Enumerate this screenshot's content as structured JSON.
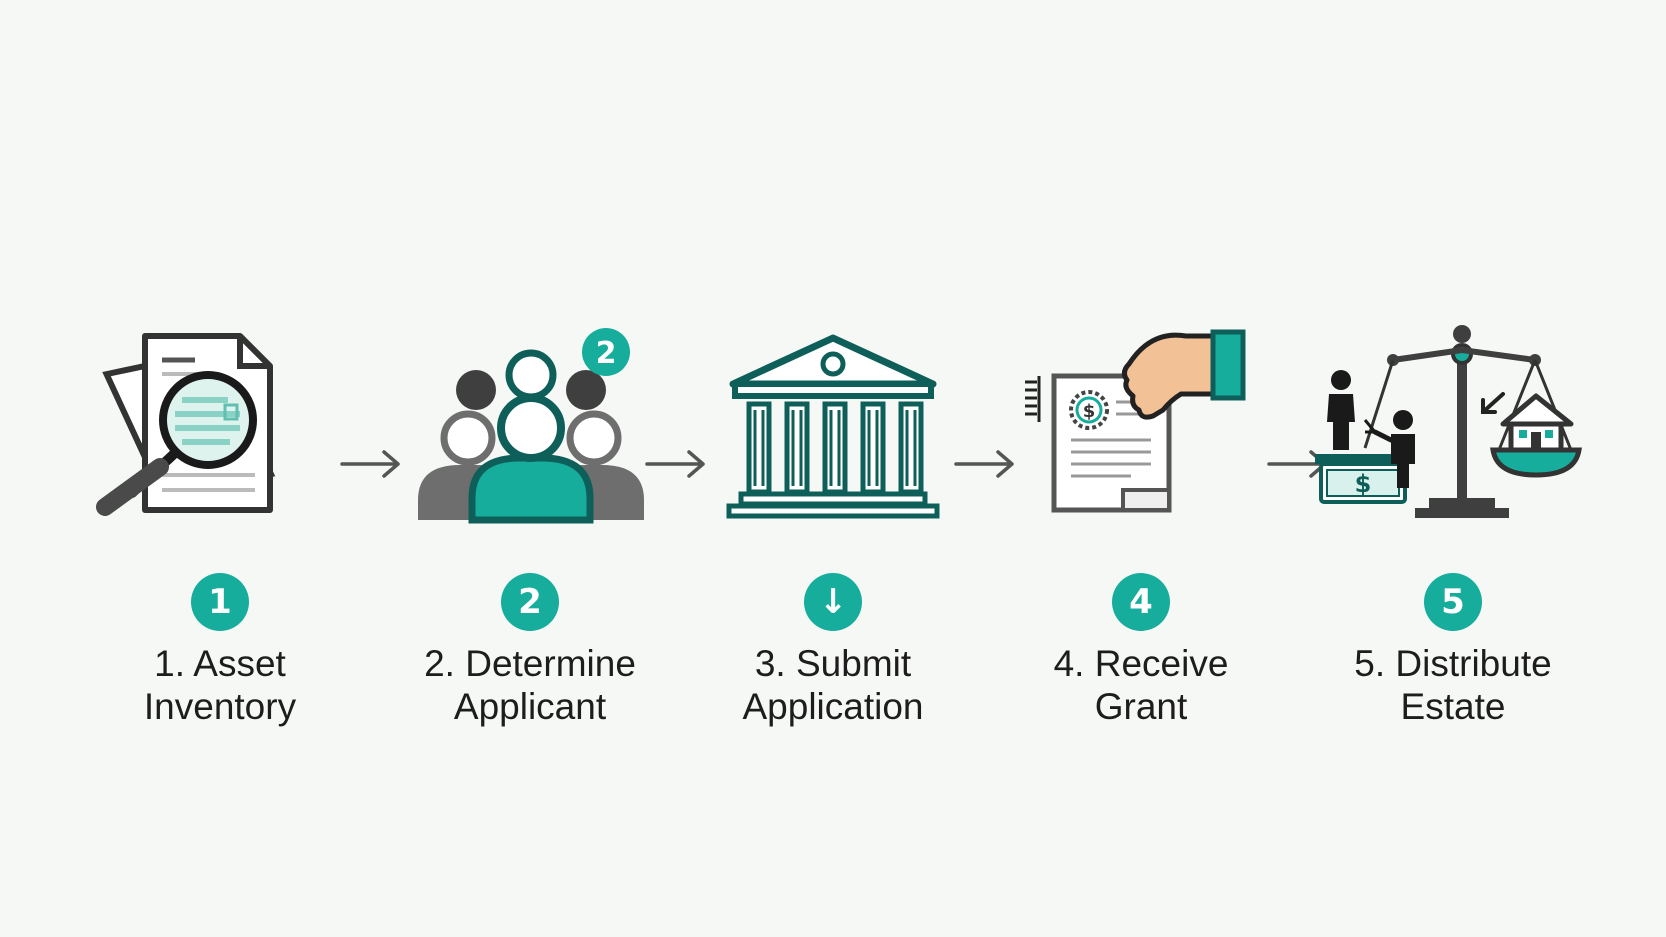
{
  "colors": {
    "teal": "#17ad9c",
    "dark_teal": "#0e5f59",
    "dark_gray": "#3f3f3f",
    "mid_gray": "#6e6e6e",
    "skin": "#f3c196"
  },
  "steps": [
    {
      "badge": "1",
      "line1": "1. Asset",
      "line2": "Inventory",
      "icon": "document-search-icon"
    },
    {
      "badge": "2",
      "line1": "2. Determine",
      "line2": "Applicant",
      "icon": "people-group-icon",
      "extra_badge": "2"
    },
    {
      "badge": "↓",
      "line1": "3. Submit",
      "line2": "Application",
      "icon": "court-building-icon"
    },
    {
      "badge": "4",
      "line1": "4. Receive",
      "line2": "Grant",
      "icon": "hand-certificate-icon"
    },
    {
      "badge": "5",
      "line1": "5. Distribute",
      "line2": "Estate",
      "icon": "scales-distribution-icon"
    }
  ],
  "arrows": [
    "arrow-right-icon",
    "arrow-right-icon",
    "arrow-right-icon",
    "arrow-right-icon"
  ],
  "icon_badges": {
    "people_badge": "2",
    "certificate_symbol": "$",
    "cash_symbol": "$"
  }
}
